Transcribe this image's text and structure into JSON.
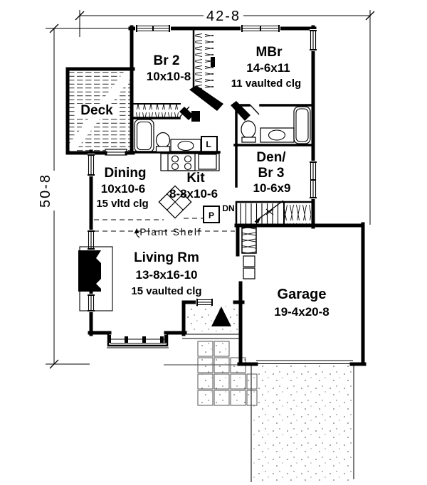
{
  "plan": {
    "dimensions": {
      "width": "42-8",
      "height": "50-8"
    },
    "rooms": {
      "br2": {
        "name": "Br 2",
        "size": "10x10-8"
      },
      "mbr": {
        "name": "MBr",
        "size": "14-6x11",
        "ceiling": "11 vaulted clg"
      },
      "deck": {
        "name": "Deck"
      },
      "dining": {
        "name": "Dining",
        "size": "10x10-6",
        "ceiling": "15 vltd clg"
      },
      "kitchen": {
        "name": "Kit",
        "size": "8-8x10-6"
      },
      "den": {
        "name_line_1": "Den/",
        "name_line_2": "Br 3",
        "size": "10-6x9"
      },
      "living": {
        "name": "Living Rm",
        "size": "13-8x16-10",
        "ceiling": "15 vaulted clg"
      },
      "garage": {
        "name": "Garage",
        "size": "19-4x20-8"
      }
    },
    "annotations": {
      "plant_shelf": "Plant Shelf",
      "stair_direction": "DN",
      "pantry": "P",
      "linen_closet": "L"
    },
    "colors": {
      "ink": "#000000",
      "paper": "#ffffff"
    }
  }
}
